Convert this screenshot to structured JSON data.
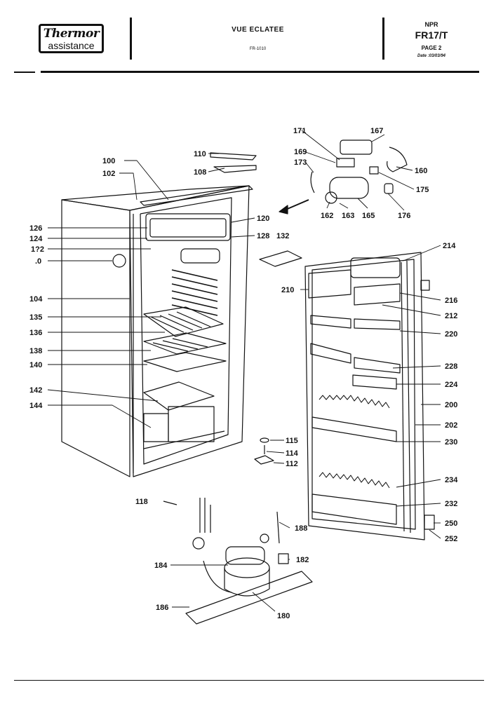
{
  "header": {
    "logo_brand": "Thermor",
    "logo_sub": "assistance",
    "title": "VUE ECLATEE",
    "reference": "FR-1010",
    "npr": "NPR",
    "model": "FR17/T",
    "page": "PAGE 2",
    "date": "Date :03/03/94"
  },
  "diagram": {
    "labels": [
      "100",
      "102",
      "104",
      "108",
      "110",
      "112",
      "114",
      "115",
      "118",
      "120",
      "124",
      "126",
      "128",
      "132",
      "135",
      "136",
      "138",
      "140",
      "142",
      "144",
      "160",
      "162",
      "163",
      "165",
      "167",
      "169",
      "171",
      "173",
      "175",
      "176",
      "180",
      "182",
      "184",
      "186",
      "188",
      "200",
      "202",
      "210",
      "212",
      "214",
      "216",
      "220",
      "224",
      "228",
      "230",
      "232",
      "234",
      "250",
      "252",
      "1?2",
      ".0"
    ]
  }
}
